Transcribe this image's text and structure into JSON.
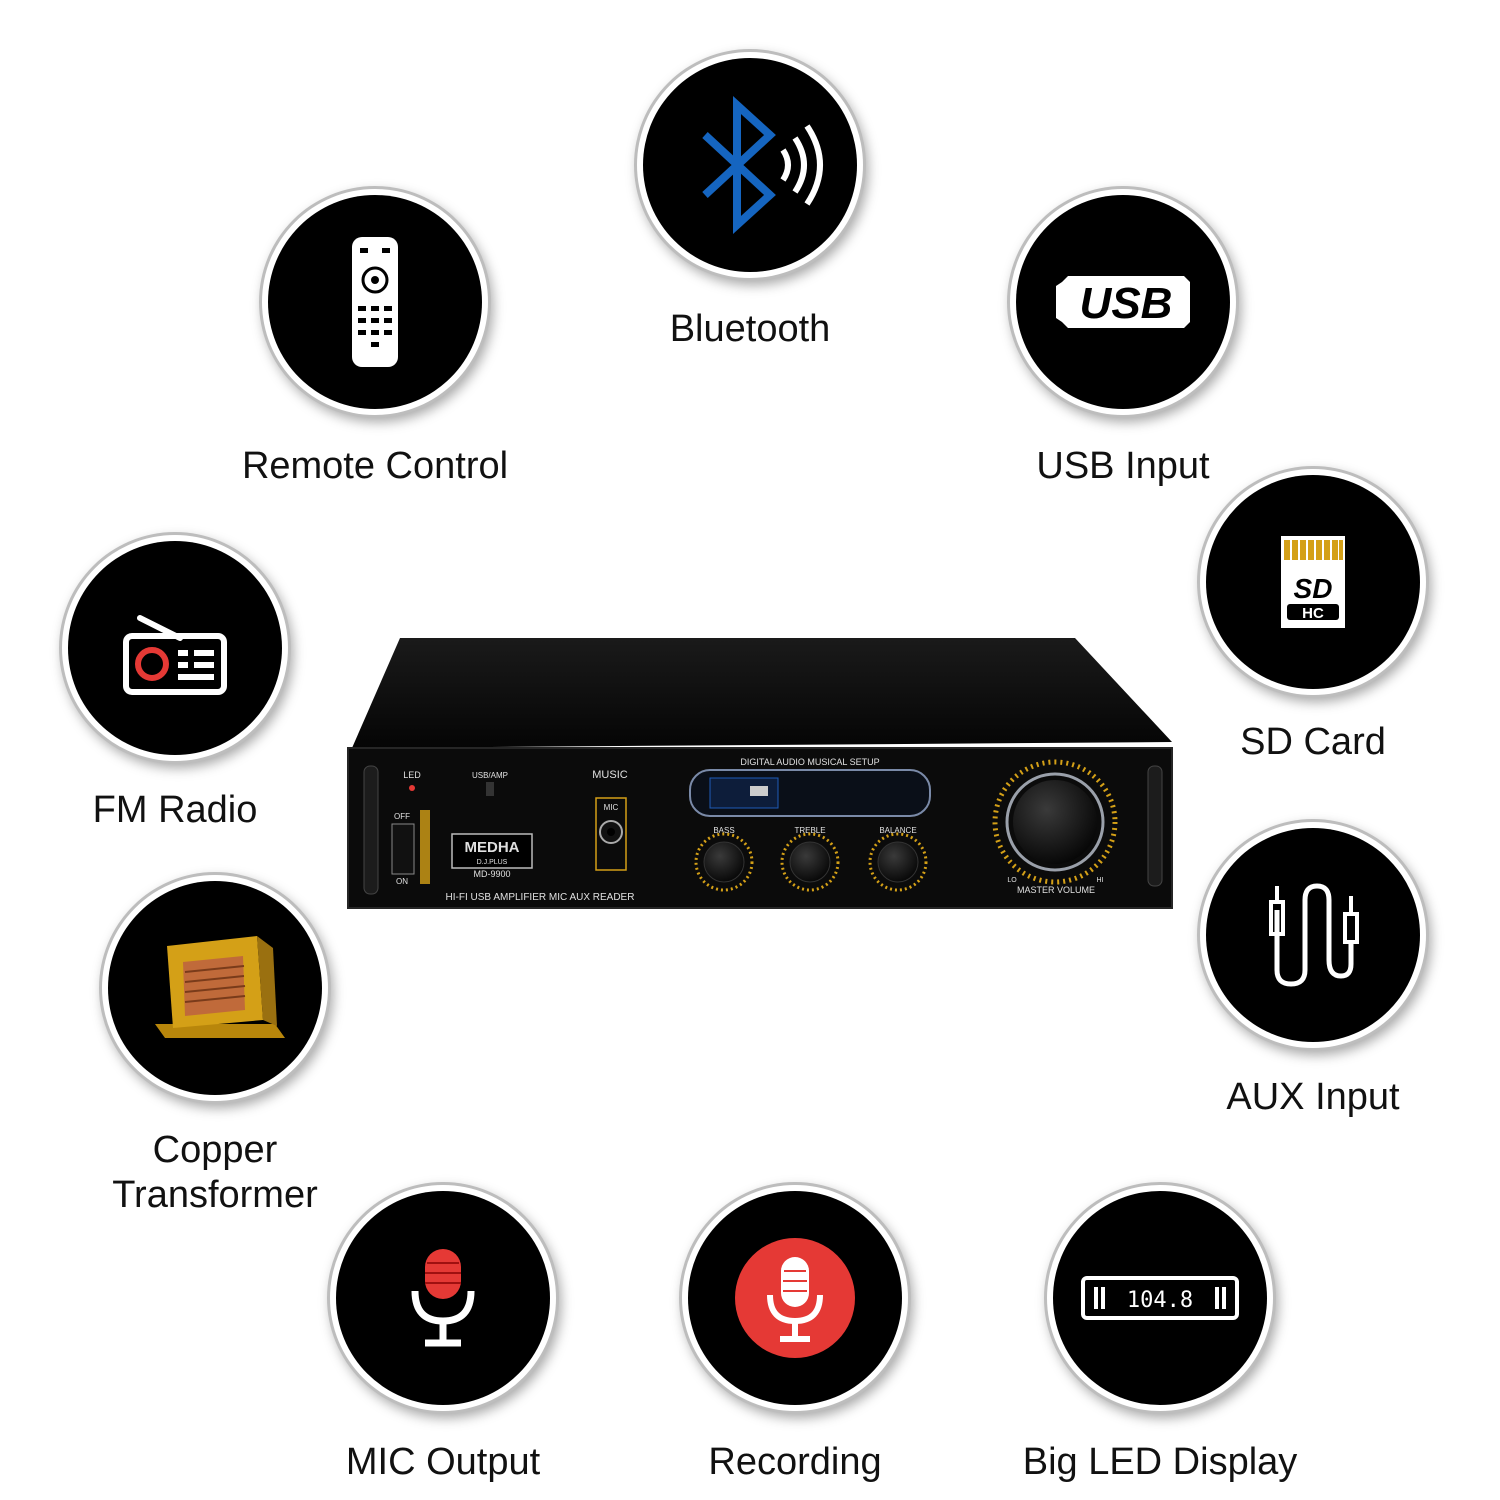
{
  "features": {
    "bluetooth": "Bluetooth",
    "remote": "Remote Control",
    "usb": "USB Input",
    "sd": "SD Card",
    "fm": "FM Radio",
    "aux": "AUX Input",
    "copper": [
      "Copper",
      "Transformer"
    ],
    "mic": "MIC Output",
    "recording": "Recording",
    "display": "Big LED Display"
  },
  "icon_text": {
    "usb": "USB",
    "sd": "SD",
    "sd_sub": "HC",
    "display": "104.8"
  },
  "amplifier": {
    "brand": "MEDHA",
    "sub_brand": "D.J.PLUS",
    "model": "MD-9900",
    "top_strip": "DIGITAL AUDIO MUSICAL SETUP",
    "bottom_strip": "HI-FI USB AMPLIFIER MIC AUX READER",
    "led": "LED",
    "usb_amp": "USB/AMP",
    "music": "MUSIC",
    "mic": "MIC",
    "off": "OFF",
    "on": "ON",
    "knobs": [
      "BASS",
      "TREBLE",
      "BALANCE"
    ],
    "master": "MASTER VOLUME",
    "lo": "LO",
    "hi": "HI"
  },
  "colors": {
    "badge": "#000000",
    "bluetooth_blue": "#1565c0",
    "recording_red": "#e53935",
    "gold": "#d4a017"
  }
}
